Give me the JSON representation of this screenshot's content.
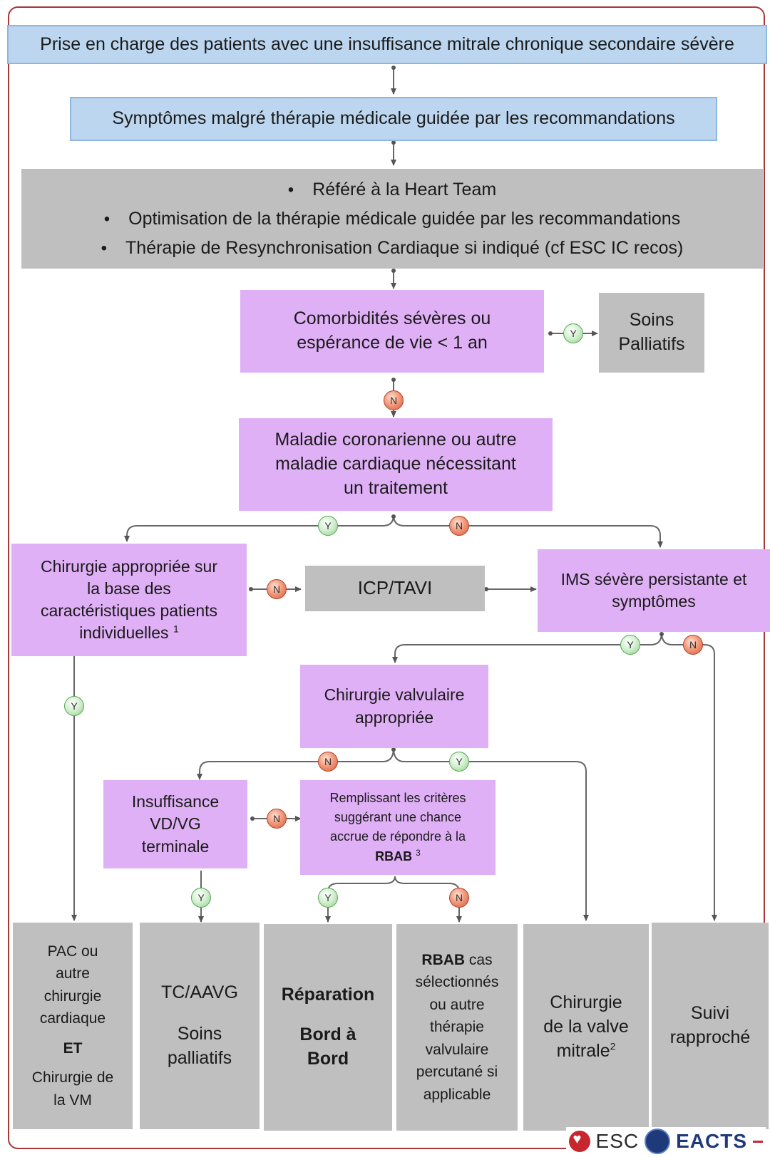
{
  "header": {
    "title": "Prise en charge des patients avec une insuffisance mitrale chronique secondaire sévère"
  },
  "nodes": {
    "symptomes": "Symptômes malgré thérapie médicale guidée par les recommandations",
    "heart_team": [
      "Référé à la Heart Team",
      "Optimisation de la thérapie médicale guidée par les recommandations",
      "Thérapie de Resynchronisation Cardiaque si indiqué (cf ESC IC recos)"
    ],
    "comorbidites": [
      "Comorbidités sévères ou",
      "espérance de vie < 1 an"
    ],
    "soins_palliatifs": [
      "Soins",
      "Palliatifs"
    ],
    "maladie_coronarienne": [
      "Maladie coronarienne ou autre",
      "maladie cardiaque nécessitant",
      "un traitement"
    ],
    "chirurgie_appropriee": [
      "Chirurgie appropriée sur",
      "la base des",
      "caractéristiques patients",
      "individuelles"
    ],
    "chirurgie_appropriee_sup": "1",
    "icp_tavi": "ICP/TAVI",
    "ims_severe": [
      "IMS sévère persistante et",
      "symptômes"
    ],
    "chirurgie_valvulaire": [
      "Chirurgie valvulaire",
      "appropriée"
    ],
    "insuffisance_vdvg": [
      "Insuffisance",
      "VD/VG",
      "terminale"
    ],
    "remplissant": [
      "Remplissant les critères",
      "suggérant une chance",
      "accrue de répondre à la"
    ],
    "remplissant_bold": "RBAB",
    "remplissant_sup": "3"
  },
  "outcomes": {
    "pac": [
      "PAC ou",
      "autre",
      "chirurgie",
      "cardiaque",
      "ET",
      "Chirurgie de",
      "la VM"
    ],
    "tc_aavg": [
      "TC/AAVG",
      "Soins",
      "palliatifs"
    ],
    "reparation": [
      "Réparation",
      "Bord à",
      "Bord"
    ],
    "rbab_cas_bold": "RBAB",
    "rbab_cas": [
      " cas",
      "sélectionnés",
      "ou autre",
      "thérapie",
      "valvulaire",
      "percutané si",
      "applicable"
    ],
    "chirurgie_valve": [
      "Chirurgie",
      "de la valve",
      "mitrale"
    ],
    "chirurgie_valve_sup": "2",
    "suivi": [
      "Suivi",
      "rapproché"
    ]
  },
  "badges": {
    "yes": "Y",
    "no": "N"
  },
  "logos": {
    "esc": "ESC",
    "eacts": "EACTS"
  },
  "colors": {
    "blue_box": "#bcd6ef",
    "gray_box": "#bfbfbf",
    "purple_box": "#dfb0f5",
    "frame": "#a8373a",
    "yes_badge": "#8fd088",
    "no_badge": "#d65a3a"
  }
}
